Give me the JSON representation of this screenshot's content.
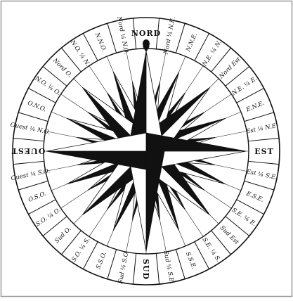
{
  "diagram": {
    "cardinals": {
      "north": "NORD",
      "east": "EST",
      "south": "SUD",
      "west": "OUEST"
    },
    "points": [
      "Nord ¼ N.E.",
      "N.N.E.",
      "N.E. ¼ N.",
      "Nord Est",
      "N.E. ¼ E.",
      "E.N.E.",
      "Est ¼ N.E.",
      "Est ¼ S.E.",
      "E.S.E.",
      "S.E. ¼ E.",
      "Sud Est",
      "S.E. ¼ S.",
      "S.S.E.",
      "Sud ¼ S.E.",
      "Sud ¼ S.O.",
      "S.S.O.",
      "S.O. ¼ S.",
      "Sud O.",
      "S.O. ¼ O.",
      "O.S.O.",
      "Ouest ¼ S.O.",
      "Ouest ¼ N.O.",
      "O.N.O.",
      "N.O. ¼ O.",
      "Nord O.",
      "N.O. ¼ N.",
      "N.N.O.",
      "Nord ¼ N.O."
    ]
  }
}
